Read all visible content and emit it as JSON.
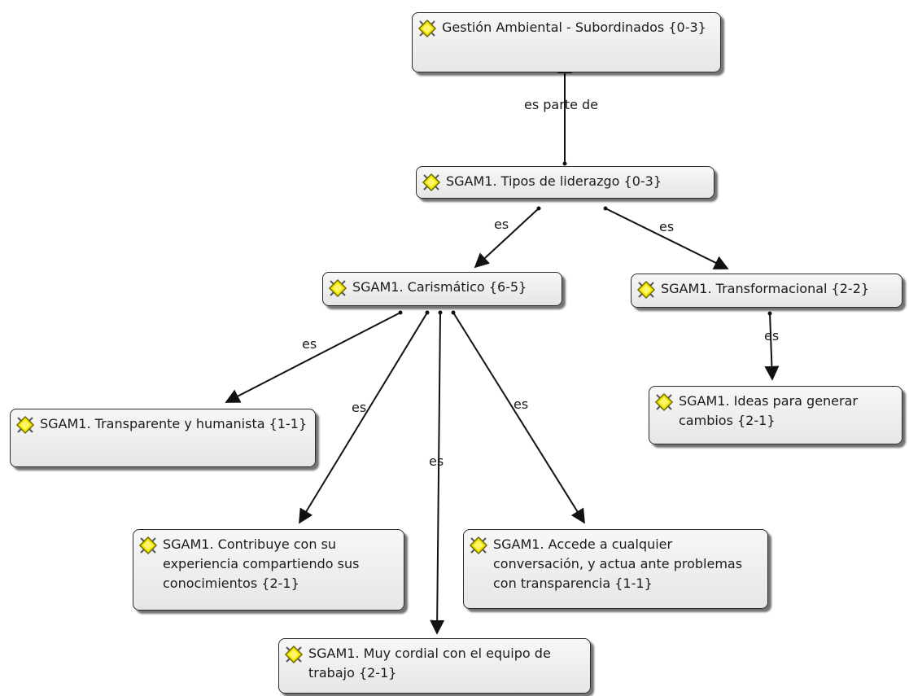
{
  "nodes": {
    "gestion": {
      "label": "Gestión Ambiental - Subordinados {0-3}"
    },
    "tipos": {
      "label": "SGAM1. Tipos de liderazgo {0-3}"
    },
    "carismatico": {
      "label": "SGAM1. Carismático {6-5}"
    },
    "transformacional": {
      "label": "SGAM1. Transformacional {2-2}"
    },
    "ideas": {
      "label": "SGAM1. Ideas para generar cambios {2-1}"
    },
    "transparente": {
      "label": "SGAM1. Transparente y humanista {1-1}"
    },
    "contribuye": {
      "label": "SGAM1. Contribuye con su experiencia compartiendo sus conocimientos {2-1}"
    },
    "accede": {
      "label": "SGAM1. Accede a cualquier conversación, y actua ante problemas con transparencia {1-1}"
    },
    "cordial": {
      "label": "SGAM1. Muy cordial con el equipo de trabajo {2-1}"
    }
  },
  "edges": {
    "tipos_gestion": {
      "label": "es parte de"
    },
    "tipos_carismatico": {
      "label": "es"
    },
    "tipos_transformacional": {
      "label": "es"
    },
    "transformacional_ideas": {
      "label": "es"
    },
    "carismatico_transparente": {
      "label": "es"
    },
    "carismatico_contribuye": {
      "label": "es"
    },
    "carismatico_cordial": {
      "label": "es"
    },
    "carismatico_accede": {
      "label": "es"
    }
  },
  "colors": {
    "node_border": "#2a2a2a",
    "node_fill_top": "#f7f7f7",
    "node_fill_bottom": "#e6e6e6",
    "edge": "#111111",
    "icon_fill": "#f2e600",
    "icon_stroke": "#6b6b00"
  },
  "icon": "code-node-icon"
}
